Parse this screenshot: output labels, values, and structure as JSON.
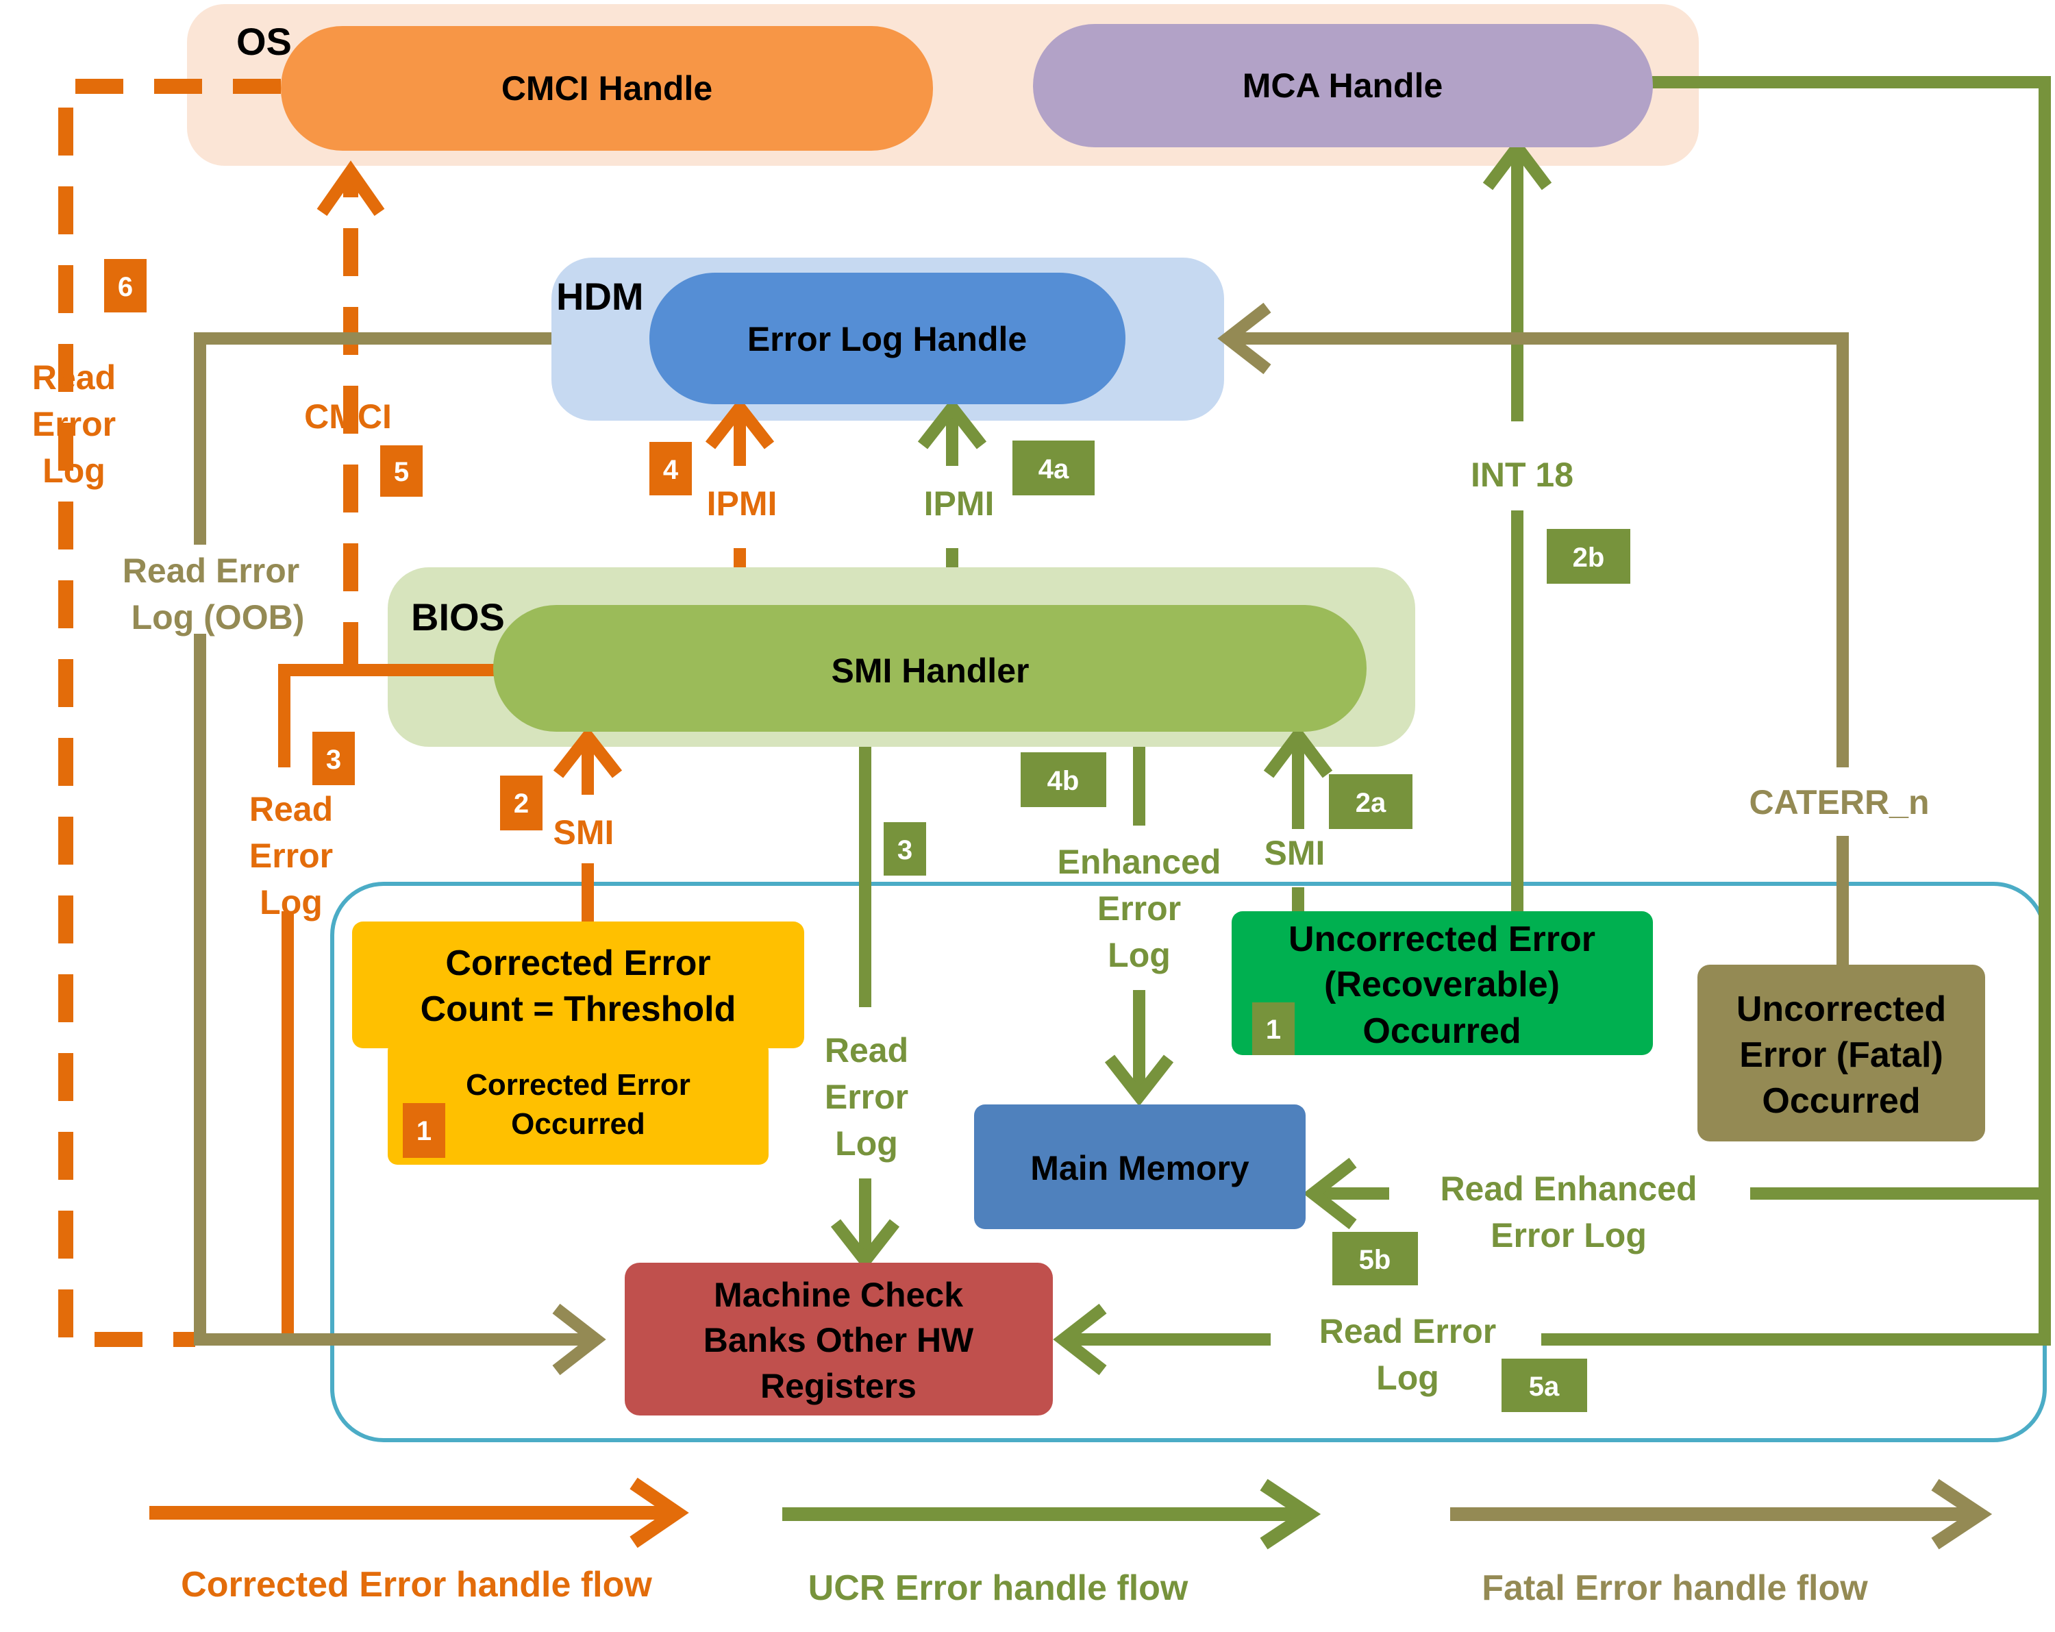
{
  "colors": {
    "corrected": "#E36C0A",
    "ucr": "#77933C",
    "fatal": "#948A54",
    "os_bg": "#FBE5D6",
    "cmci_fill": "#F79646",
    "mca_fill": "#B2A2C7",
    "hdm_bg": "#C6D9F1",
    "errlog_fill": "#558ED5",
    "bios_bg": "#D7E4BD",
    "smi_fill": "#9BBB59",
    "yellow": "#FFC000",
    "green_box": "#00B050",
    "fatal_box": "#948A54",
    "memory_fill": "#4F81BD",
    "mcb_fill": "#C0504D",
    "hw_border": "#4BACC6"
  },
  "containers": {
    "os": "OS",
    "hdm": "HDM",
    "bios": "BIOS"
  },
  "nodes": {
    "cmci_handle": "CMCI Handle",
    "mca_handle": "MCA Handle",
    "error_log_handle": "Error Log Handle",
    "smi_handler": "SMI Handler",
    "corrected_threshold": [
      "Corrected Error",
      "Count = Threshold"
    ],
    "corrected_occurred": [
      "Corrected Error",
      "Occurred"
    ],
    "ucr_occurred": [
      "Uncorrected Error",
      "(Recoverable)",
      "Occurred"
    ],
    "fatal_occurred": [
      "Uncorrected",
      "Error (Fatal)",
      "Occurred"
    ],
    "main_memory": "Main Memory",
    "machine_check": [
      "Machine Check",
      "Banks Other HW",
      "Registers"
    ]
  },
  "labels": {
    "read_error_log_left": [
      "Read",
      "Error",
      "Log"
    ],
    "cmci": "CMCI",
    "read_error_log_oob": [
      "Read Error",
      "Log (OOB)"
    ],
    "ipmi_corrected": "IPMI",
    "ipmi_ucr": "IPMI",
    "int18": "INT 18",
    "read_error_log_bios": [
      "Read",
      "Error",
      "Log"
    ],
    "smi_corrected": "SMI",
    "smi_ucr": "SMI",
    "enhanced_error_log": [
      "Enhanced",
      "Error",
      "Log"
    ],
    "read_error_log_mid": [
      "Read",
      "Error",
      "Log"
    ],
    "caterr": "CATERR_n",
    "read_enhanced": [
      "Read Enhanced",
      "Error Log"
    ],
    "read_error_log_bottom": [
      "Read Error",
      "Log"
    ]
  },
  "badges": {
    "b6": "6",
    "b5": "5",
    "b4": "4",
    "b4a": "4a",
    "b2b": "2b",
    "b3_orange": "3",
    "b2_orange": "2",
    "b3_green": "3",
    "b4b": "4b",
    "b2a": "2a",
    "b1_ucr": "1",
    "b1_corrected": "1",
    "b5b": "5b",
    "b5a": "5a"
  },
  "legend": {
    "corrected": "Corrected Error handle flow",
    "ucr": "UCR Error handle flow",
    "fatal": "Fatal Error handle flow"
  }
}
